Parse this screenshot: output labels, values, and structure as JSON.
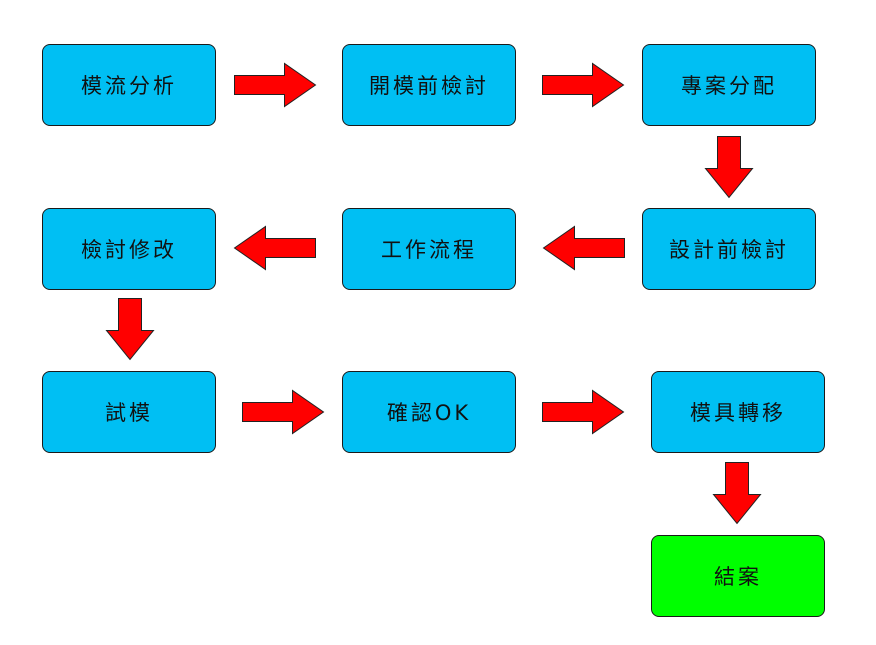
{
  "colors": {
    "process": "#00BFF3",
    "end": "#00FF00",
    "arrow": "#FF0000"
  },
  "steps": [
    {
      "label": "模流分析"
    },
    {
      "label": "開模前檢討"
    },
    {
      "label": "專案分配"
    },
    {
      "label": "設計前檢討"
    },
    {
      "label": "工作流程"
    },
    {
      "label": "檢討修改"
    },
    {
      "label": "試模"
    },
    {
      "label": "確認OK"
    },
    {
      "label": "模具轉移"
    },
    {
      "label": "結案"
    }
  ]
}
